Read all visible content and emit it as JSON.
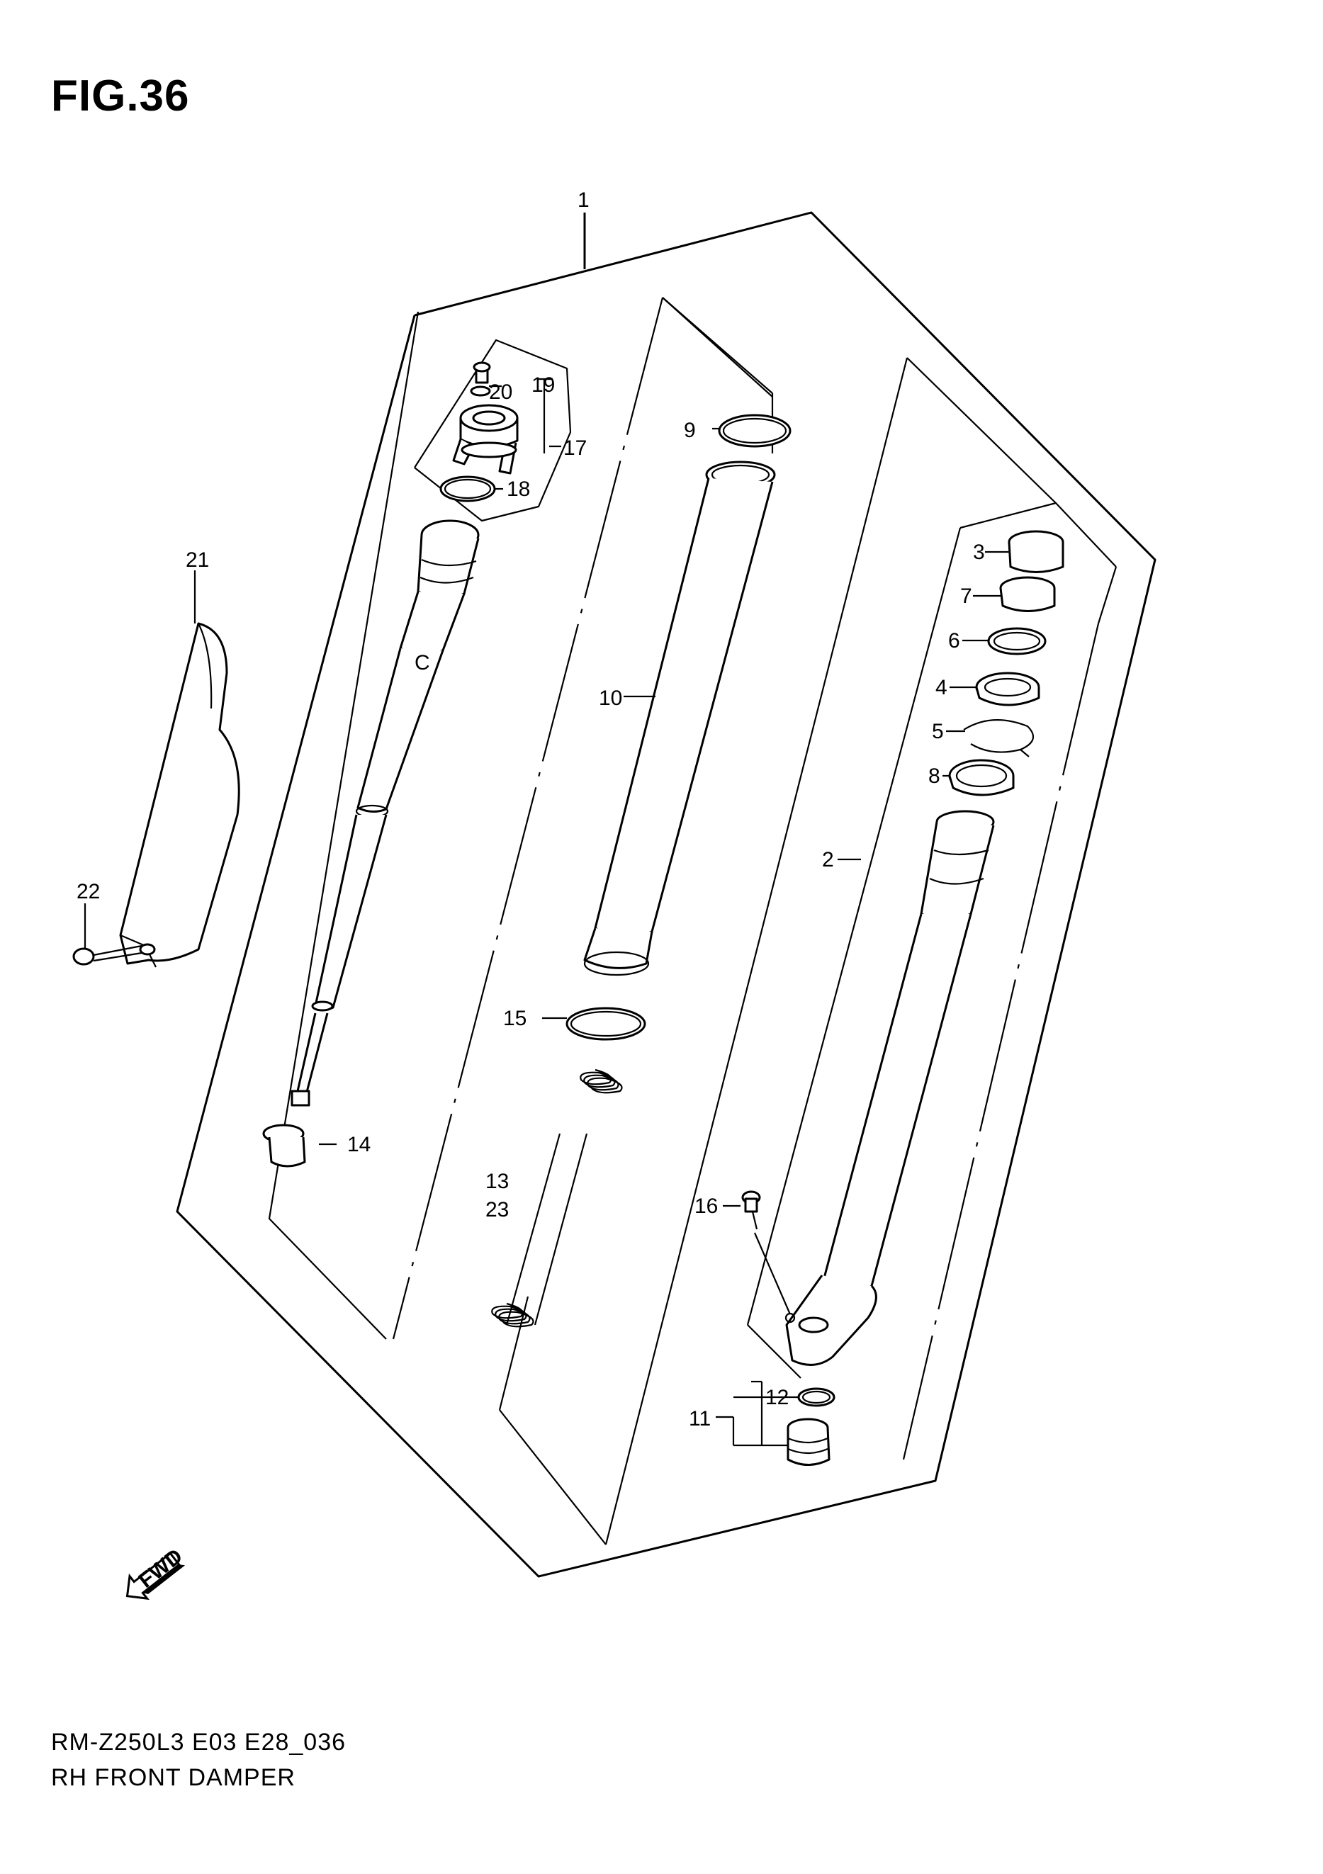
{
  "figure": {
    "title": "FIG.36",
    "model_code": "RM-Z250L3 E03 E28_036",
    "caption": "RH FRONT DAMPER"
  },
  "fwd_badge": "FWD",
  "callouts": {
    "c1": "1",
    "c2": "2",
    "c3": "3",
    "c4": "4",
    "c5": "5",
    "c6": "6",
    "c7": "7",
    "c8": "8",
    "c9": "9",
    "c10": "10",
    "c11": "11",
    "c12": "12",
    "c13": "13",
    "c14": "14",
    "c15": "15",
    "c16": "16",
    "c17": "17",
    "c18": "18",
    "c19": "19",
    "c20": "20",
    "c21": "21",
    "c22": "22",
    "c23": "23"
  }
}
